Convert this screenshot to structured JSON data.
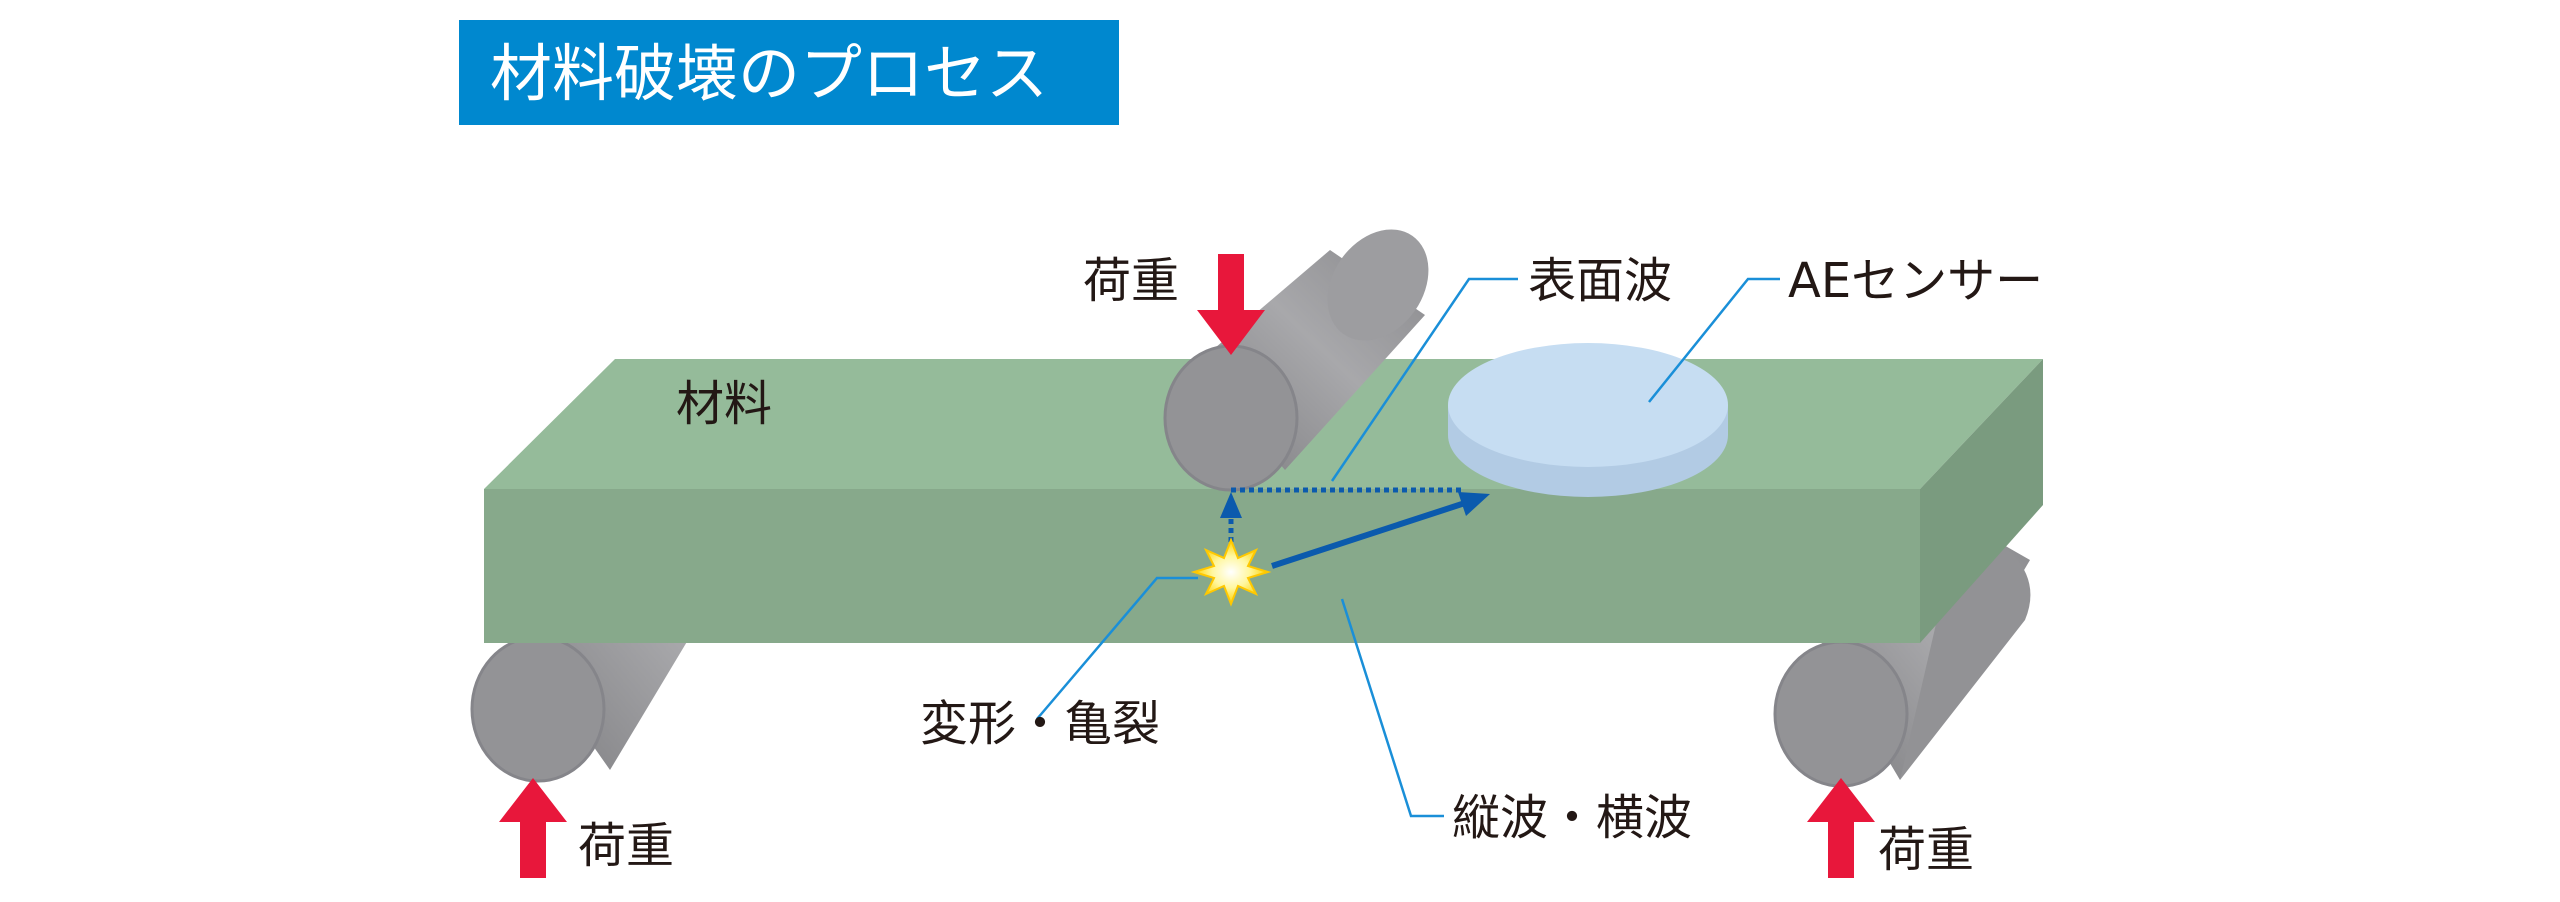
{
  "title": "材料破壊のプロセス",
  "labels": {
    "material": "材料",
    "load_top": "荷重",
    "load_bottom_left": "荷重",
    "load_bottom_right": "荷重",
    "surface_wave": "表面波",
    "ae_sensor": "AEセンサー",
    "deformation_crack": "変形・亀裂",
    "longitudinal_transverse_wave": "縦波・横波"
  },
  "colors": {
    "title_bg": "#0088cf",
    "beam_top": "#95bb9a",
    "beam_front": "#87a98b",
    "beam_side": "#7a9b7f",
    "roller": "#939396",
    "sensor": "#c6ddf2",
    "arrow_red": "#e8173b",
    "wave_blue": "#0b5aad",
    "leader": "#1a8fd8"
  }
}
